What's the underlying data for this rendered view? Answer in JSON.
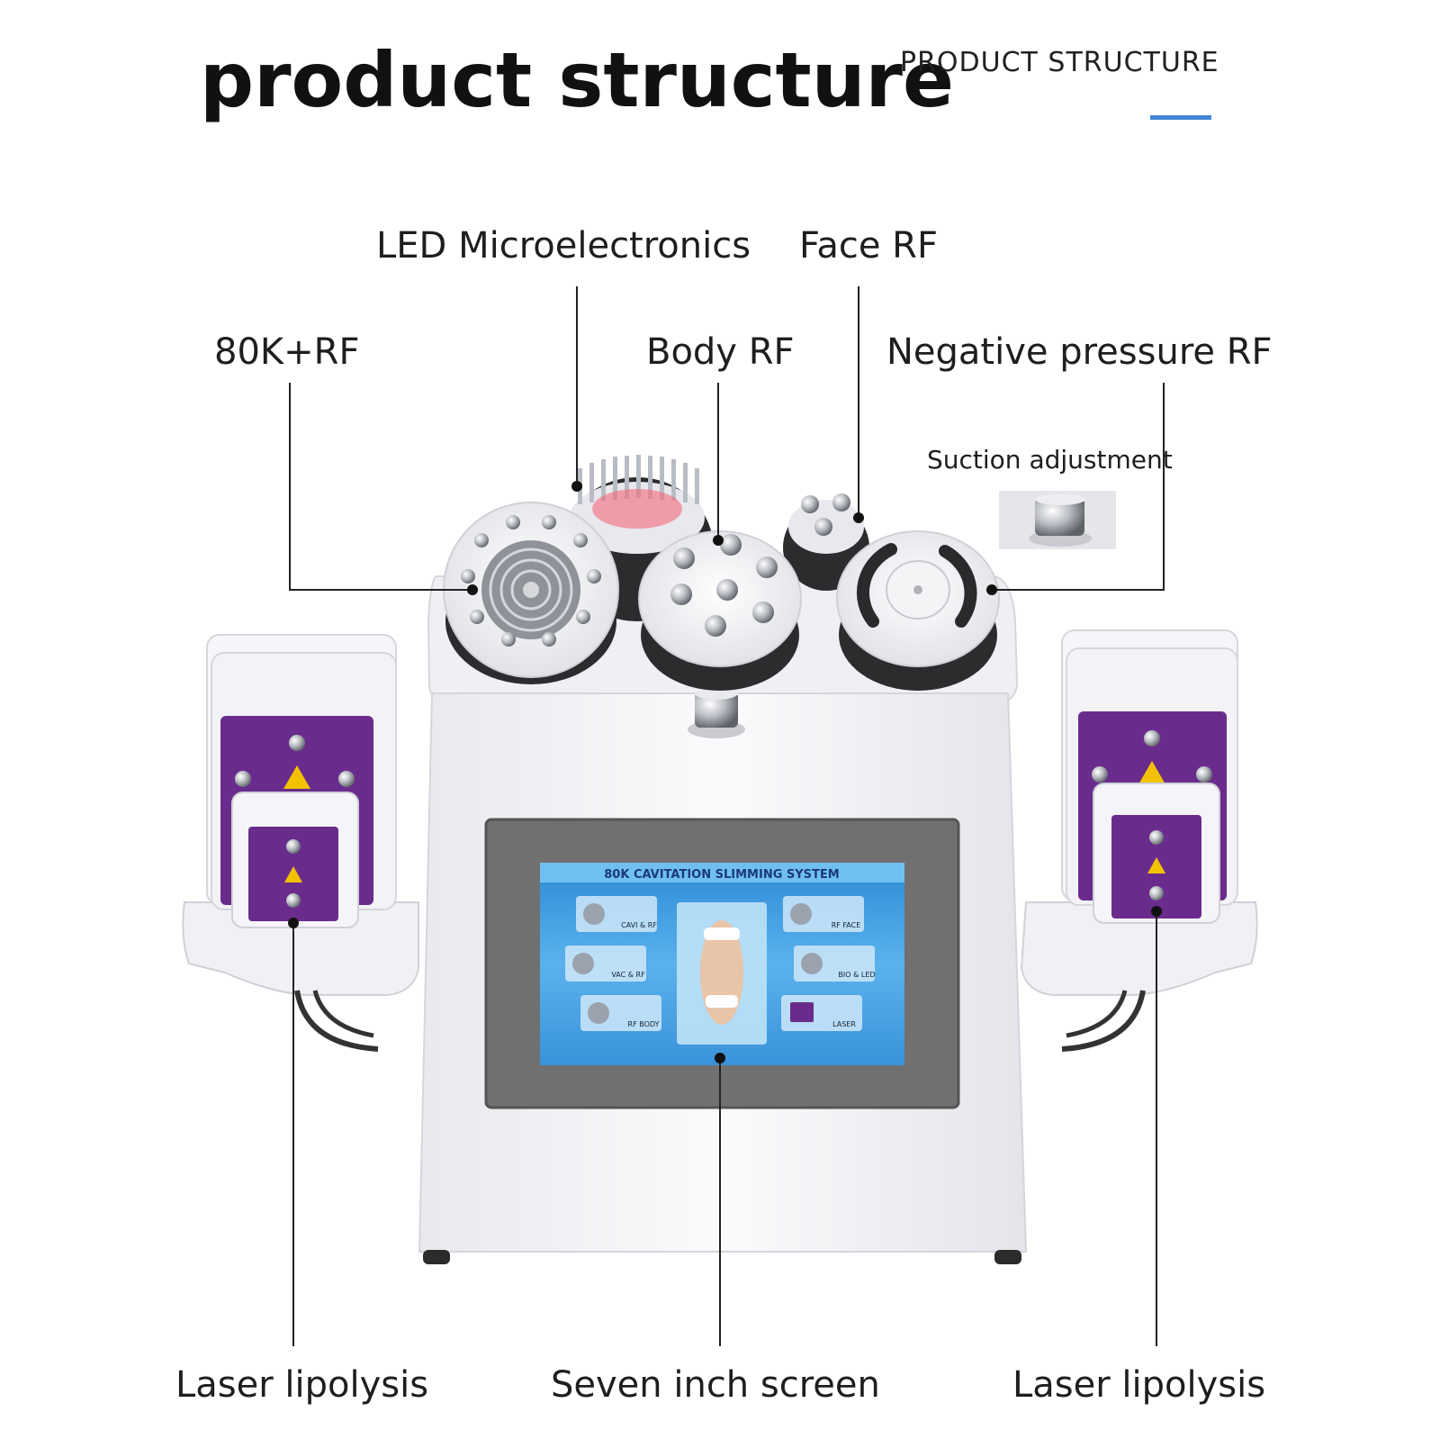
{
  "header": {
    "title": "product structure",
    "subtitle": "PRODUCT STRUCTURE",
    "accent_color": "#3f86d6"
  },
  "callouts": {
    "led_microelectronics": "LED Microelectronics",
    "face_rf": "Face RF",
    "k80_rf": "80K+RF",
    "body_rf": "Body RF",
    "negative_pressure_rf": "Negative pressure RF",
    "suction_adjustment": "Suction adjustment",
    "laser_lipolysis_left": "Laser lipolysis",
    "seven_inch_screen": "Seven inch screen",
    "laser_lipolysis_right": "Laser lipolysis"
  },
  "screen": {
    "header": "80K CAVITATION SLIMMING SYSTEM",
    "menu": [
      "CAVI & RF",
      "VAC & RF",
      "RF BODY",
      "RF FACE",
      "BIO & LED",
      "LASER"
    ]
  },
  "colors": {
    "device_body": "#f4f4f6",
    "laser_pad": "#6a2c8c",
    "screen_blue": "#3fa0e0",
    "bezel": "#6d6d6d"
  }
}
